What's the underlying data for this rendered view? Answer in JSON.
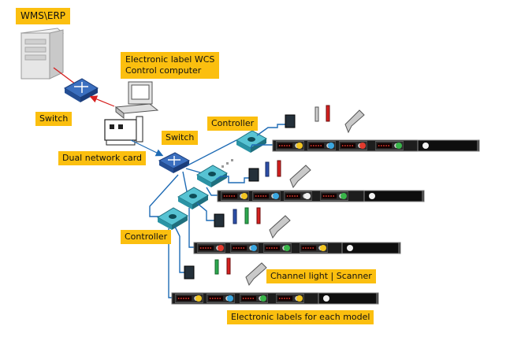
{
  "labels": {
    "wms": "WMS\\ERP",
    "wcs_line1": "Electronic label WCS",
    "wcs_line2": "Control computer",
    "switch_top": "Switch",
    "switch_mid": "Switch",
    "dual_nic": "Dual network card",
    "controller_top": "Controller",
    "controller_left": "Controller",
    "channel_scanner": "Channel light | Scanner",
    "elabels": "Electronic labels for each model"
  },
  "colors": {
    "label_bg": "#fbbf0f",
    "bus_blue": "#1e6bb5",
    "link_red": "#d6201f",
    "device_teal": "#3fb3c6",
    "switch_blue": "#2d5ea8"
  },
  "icons": {
    "server": "server-icon",
    "switch": "network-switch-icon",
    "computer": "desktop-computer-icon",
    "nic": "network-card-icon",
    "controller": "controller-icon",
    "channel_light": "channel-light-icon",
    "scanner": "barcode-scanner-icon",
    "elabel": "electronic-label-icon"
  }
}
